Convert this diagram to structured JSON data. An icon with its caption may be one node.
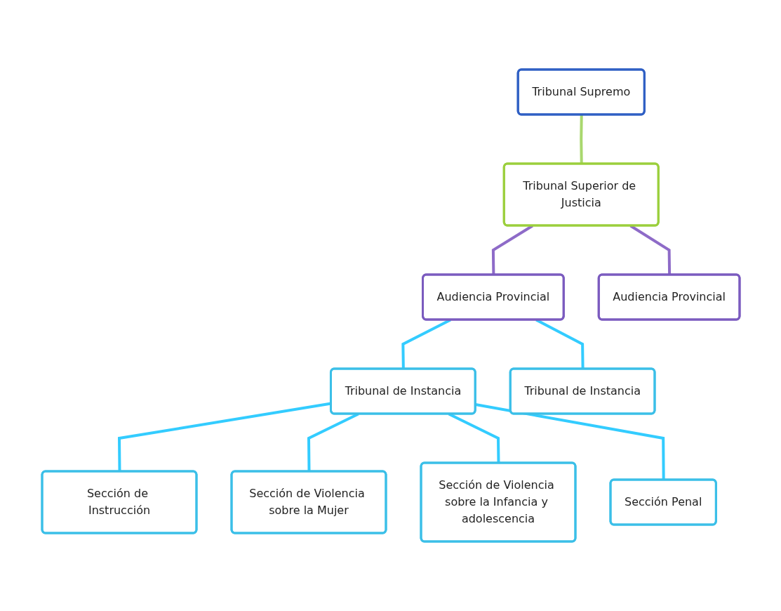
{
  "diagram": {
    "nodes": [
      {
        "text": [
          "Tribunal Supremo"
        ]
      },
      {
        "text": [
          "Tribunal Superior de Justicia"
        ]
      },
      {
        "text": [
          "Audiencia Provincial"
        ]
      },
      {
        "text": [
          "Audiencia Provincial"
        ]
      },
      {
        "text": [
          "Tribunal de Instancia"
        ]
      },
      {
        "text": [
          "Tribunal de Instancia"
        ]
      },
      {
        "text": [
          "Sección de Instrucción"
        ]
      },
      {
        "text": [
          "Sección de Violencia sobre la Mujer"
        ]
      },
      {
        "text": [
          "Sección de Violencia sobre la Infancia y adolescencia"
        ]
      },
      {
        "text": [
          "Sección Penal"
        ]
      }
    ],
    "edges": [
      {
        "from": 0,
        "to": 1,
        "arrow": "none",
        "color": "#a9d86e"
      },
      {
        "from": 1,
        "to": 2,
        "arrow": "none",
        "color": "#8e6bc8"
      },
      {
        "from": 1,
        "to": 3,
        "arrow": "none",
        "color": "#8e6bc8"
      },
      {
        "from": 2,
        "to": 4,
        "arrow": "none"
      },
      {
        "from": 2,
        "to": 5,
        "arrow": "none"
      },
      {
        "from": 4,
        "to": 6,
        "arrow": "none"
      },
      {
        "from": 4,
        "to": 7,
        "arrow": "none"
      },
      {
        "from": 4,
        "to": 8,
        "arrow": "none"
      },
      {
        "from": 4,
        "to": 9,
        "arrow": "none"
      }
    ]
  }
}
